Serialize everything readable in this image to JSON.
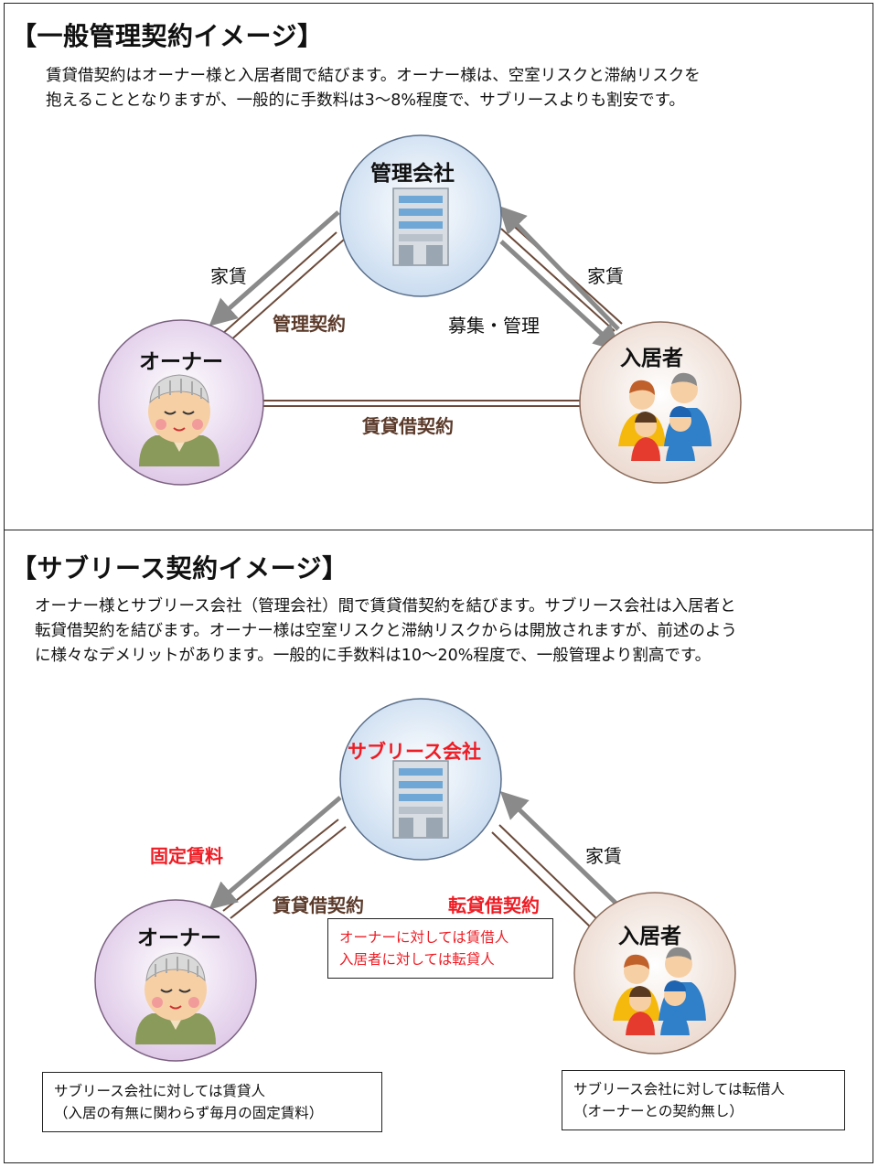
{
  "colors": {
    "company_fill": "#c5d9ef",
    "owner_fill": "#dcc4e6",
    "tenant_fill": "#ead7cc",
    "contract_line": "#6b4a3a",
    "arrow": "#8a8a8a",
    "accent_red": "#ee1c24"
  },
  "section1": {
    "title": "【一般管理契約イメージ】",
    "description": [
      "賃貸借契約はオーナー様と入居者間で結びます。オーナー様は、空室リスクと滞納リスクを",
      "抱えることとなりますが、一般的に手数料は3～8%程度で、サブリースよりも割安です。"
    ],
    "company_label": "管理会社",
    "owner_label": "オーナー",
    "tenant_label": "入居者",
    "rent_left": "家賃",
    "rent_right": "家賃",
    "management_contract": "管理契約",
    "recruit_manage": "募集・管理",
    "lease_contract": "賃貸借契約"
  },
  "section2": {
    "title": "【サブリース契約イメージ】",
    "description": [
      "オーナー様とサブリース会社（管理会社）間で賃貸借契約を結びます。サブリース会社は入居者と",
      "転貸借契約を結びます。オーナー様は空室リスクと滞納リスクからは開放されますが、前述のよう",
      "に様々なデメリットがあります。一般的に手数料は10～20%程度で、一般管理より割高です。"
    ],
    "company_label": "サブリース会社",
    "owner_label": "オーナー",
    "tenant_label": "入居者",
    "fixed_rent": "固定賃料",
    "rent_right": "家賃",
    "lease_contract": "賃貸借契約",
    "sublease_contract": "転貸借契約",
    "center_note": [
      "オーナーに対しては賃借人",
      "入居者に対しては転貸人"
    ],
    "owner_note": [
      "サブリース会社に対しては賃貸人",
      "（入居の有無に関わらず毎月の固定賃料）"
    ],
    "tenant_note": [
      "サブリース会社に対しては転借人",
      "（オーナーとの契約無し）"
    ]
  }
}
